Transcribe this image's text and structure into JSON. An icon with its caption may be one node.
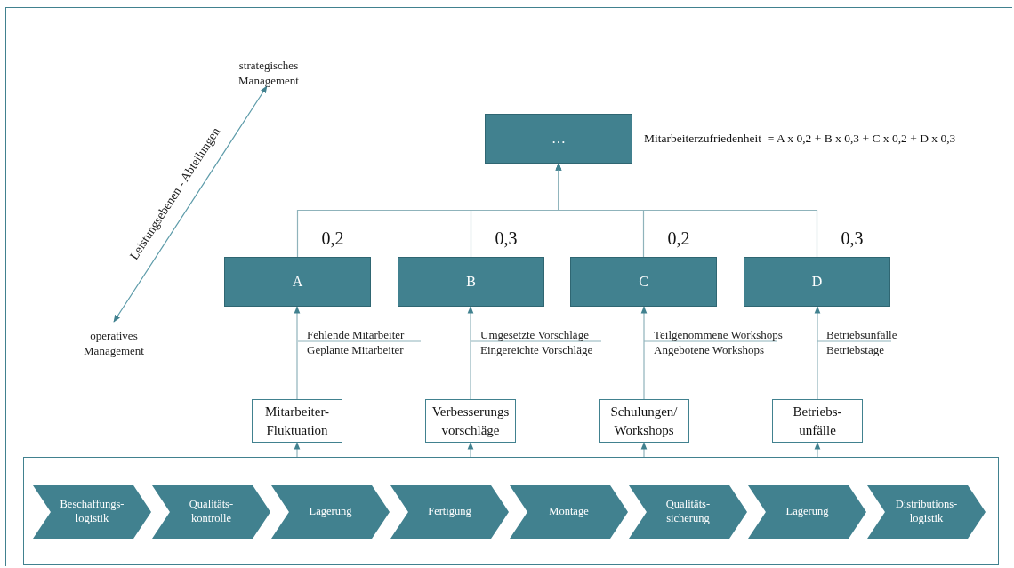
{
  "diagram": {
    "nodes": [
      {
        "text": [
          "…"
        ],
        "beside": [
          "Mitarbeiterzufriedenheit  = A x 0,2 + B x 0,3 + C x 0,2 + D x 0,3"
        ]
      },
      {
        "text": [
          "A"
        ]
      },
      {
        "text": [
          "B"
        ]
      },
      {
        "text": [
          "C"
        ]
      },
      {
        "text": [
          "D"
        ]
      },
      {
        "text": [
          "Mitarbeiter-Fluktuation"
        ]
      },
      {
        "text": [
          "Verbesserungs vorschläge"
        ]
      },
      {
        "text": [
          "Schulungen/ Workshops"
        ]
      },
      {
        "text": [
          "Betriebs-unfälle"
        ]
      },
      {
        "text": [],
        "shape": "box"
      },
      {
        "text": [
          "Beschaffungs-logistik"
        ],
        "in": 9
      },
      {
        "text": [
          "Qualitäts-kontrolle"
        ],
        "in": 9
      },
      {
        "text": [
          "Lagerung"
        ],
        "in": 9
      },
      {
        "text": [
          "Fertigung"
        ],
        "in": 9
      },
      {
        "text": [
          "Montage"
        ],
        "in": 9
      },
      {
        "text": [
          "Qualitäts-sicherung"
        ],
        "in": 9
      },
      {
        "text": [
          "Lagerung"
        ],
        "in": 9
      },
      {
        "text": [
          "Distributions-logistik"
        ],
        "in": 9
      },
      {
        "text": [
          "strategisches Management"
        ]
      },
      {
        "text": [
          "operatives Management"
        ]
      }
    ],
    "edges": [
      {
        "from": 1,
        "to": 0,
        "arrow": "to",
        "label": "0,2"
      },
      {
        "from": 2,
        "to": 0,
        "arrow": "to",
        "label": "0,3"
      },
      {
        "from": 3,
        "to": 0,
        "arrow": "to",
        "label": "0,2"
      },
      {
        "from": 4,
        "to": 0,
        "arrow": "to",
        "label": "0,3"
      },
      {
        "from": 5,
        "to": 1,
        "arrow": "to"
      },
      {
        "from": 6,
        "to": 2,
        "arrow": "to"
      },
      {
        "from": 7,
        "to": 3,
        "arrow": "to"
      },
      {
        "from": 8,
        "to": 4,
        "arrow": "to"
      },
      {
        "from": 9,
        "to": 5,
        "arrow": "to"
      },
      {
        "from": 9,
        "to": 6,
        "arrow": "to"
      },
      {
        "from": 9,
        "to": 7,
        "arrow": "to"
      },
      {
        "from": 9,
        "to": 8,
        "arrow": "to"
      },
      {
        "from": 19,
        "to": 18,
        "arrow": "both",
        "label": "Leistungsebenen - Abteilungen"
      }
    ],
    "labels": [
      "Fehlende Mitarbeiter",
      "Geplante Mitarbeiter",
      "Umgesetzte Vorschläge",
      "Eingereichte Vorschläge",
      "Teilgenommene Workshops",
      "Angebotene Workshops",
      "Betriebsunfälle",
      "Betriebstage"
    ]
  }
}
